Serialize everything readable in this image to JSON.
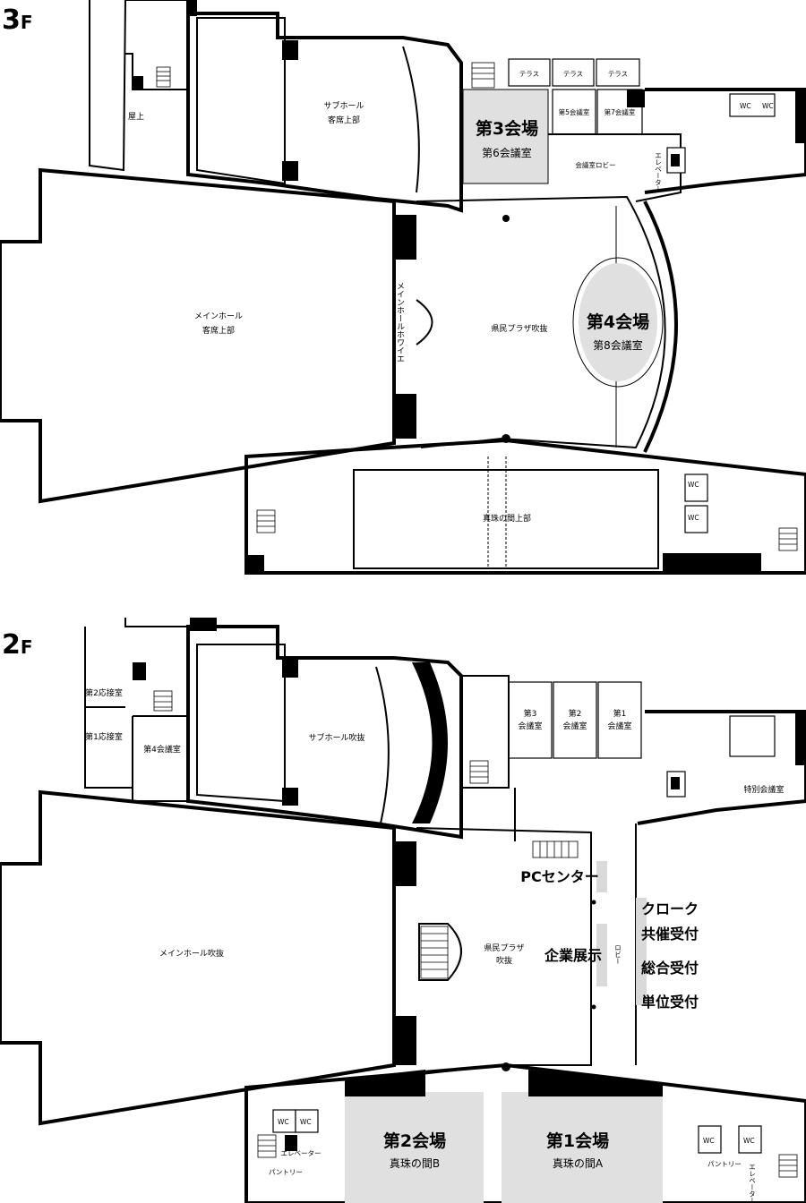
{
  "floor3": {
    "floor_label": "3F",
    "rooftop": "屋上",
    "sub_hall": [
      "サブホール",
      "客席上部"
    ],
    "terraces": [
      "テラス",
      "テラス",
      "テラス"
    ],
    "meeting5": "第5会議室",
    "meeting7": "第7会議室",
    "venue3": {
      "title": "第3会場",
      "room": "第6会議室"
    },
    "lobby": "会議室ロビー",
    "elevator": "エレベーター",
    "wc": [
      "WC",
      "WC",
      "WC",
      "WC"
    ],
    "main_hall": [
      "メインホール",
      "客席上部"
    ],
    "foyer": "メインホールホワイエ",
    "plaza": "県民プラザ吹抜",
    "venue4": {
      "title": "第4会場",
      "room": "第8会議室"
    },
    "pearl_upper": "真珠の間上部"
  },
  "floor2": {
    "floor_label": "2F",
    "reception2": "第2応接室",
    "reception1": "第1応接室",
    "meeting4": "第4会議室",
    "sub_hall_void": "サブホール吹抜",
    "meeting3": [
      "第3",
      "会議室"
    ],
    "meeting2": [
      "第2",
      "会議室"
    ],
    "meeting1": [
      "第1",
      "会議室"
    ],
    "special_meeting": "特別会議室",
    "main_hall_void": "メインホール吹抜",
    "pc_center": "PCセンター",
    "corporate_exhibit": "企業展示",
    "plaza_void": [
      "県民プラザ",
      "吹抜"
    ],
    "lobby": "ロビー",
    "cloak": "クローク",
    "co_host_reception": "共催受付",
    "general_reception": "総合受付",
    "unit_reception": "単位受付",
    "venue2": {
      "title": "第2会場",
      "room": "真珠の間B"
    },
    "venue1": {
      "title": "第1会場",
      "room": "真珠の間A"
    },
    "elevator_left": "エレベーター",
    "elevator_right": "エレベーター",
    "pantry_left": "パントリー",
    "pantry_right": "パントリー",
    "wc": [
      "WC",
      "WC",
      "WC",
      "WC"
    ]
  }
}
